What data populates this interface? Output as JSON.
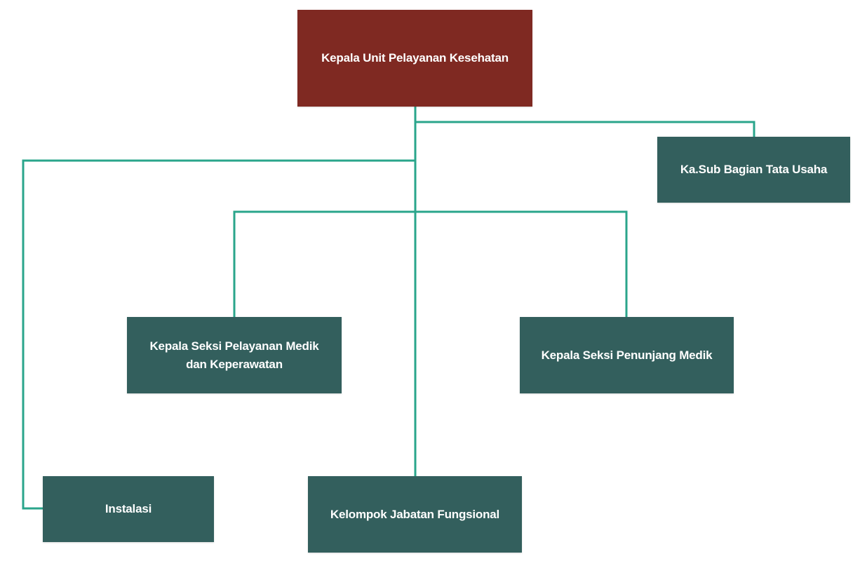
{
  "colors": {
    "root_fill": "#7f2922",
    "node_fill": "#335f5d",
    "connector": "#2aa58b",
    "text": "#ffffff"
  },
  "nodes": {
    "root": "Kepala Unit Pelayanan Kesehatan",
    "tata_usaha": "Ka.Sub Bagian Tata Usaha",
    "pelayanan_medik": "Kepala Seksi Pelayanan Medik dan Keperawatan",
    "penunjang_medik": "Kepala Seksi Penunjang Medik",
    "instalasi": "Instalasi",
    "jabatan_fungsional": "Kelompok Jabatan Fungsional"
  }
}
